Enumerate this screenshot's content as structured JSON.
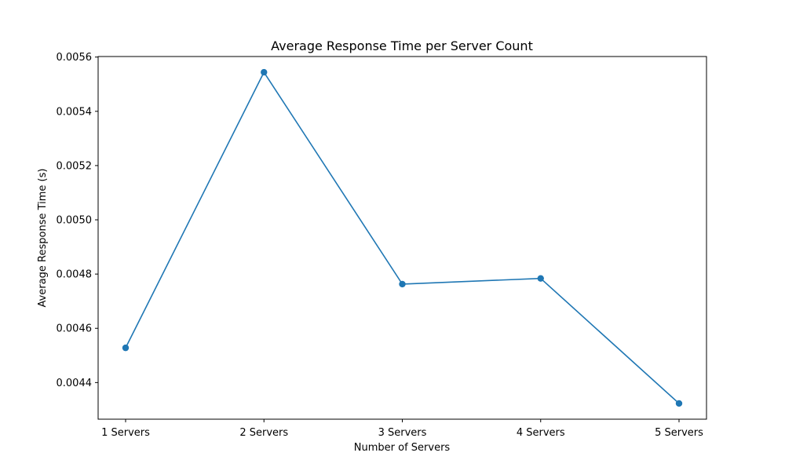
{
  "chart_data": {
    "type": "line",
    "title": "Average Response Time per Server Count",
    "xlabel": "Number of Servers",
    "ylabel": "Average Response Time (s)",
    "categories": [
      "1 Servers",
      "2 Servers",
      "3 Servers",
      "4 Servers",
      "5 Servers"
    ],
    "series": [
      {
        "values": [
          0.004528,
          0.005544,
          0.004763,
          0.004784,
          0.004323
        ]
      }
    ],
    "ylim": [
      0.004265,
      0.005602
    ],
    "yticks": [
      0.0044,
      0.0046,
      0.0048,
      0.005,
      0.0052,
      0.0054,
      0.0056
    ],
    "ytick_labels": [
      "0.0044",
      "0.0046",
      "0.0048",
      "0.0050",
      "0.0052",
      "0.0054",
      "0.0056"
    ],
    "grid": false,
    "markers": true,
    "line_color": "#1f77b4"
  }
}
